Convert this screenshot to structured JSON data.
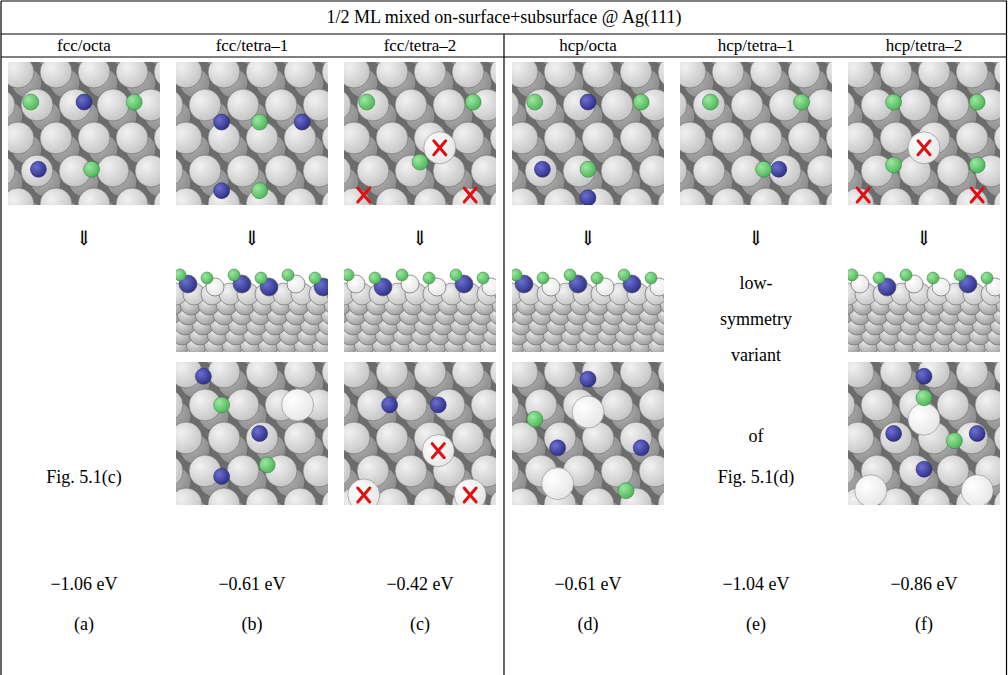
{
  "diagram": {
    "title": "1/2 ML mixed on-surface+subsurface @ Ag(111)",
    "labels": [
      "fcc/octa",
      "fcc/tetra–1",
      "fcc/tetra–2",
      "hcp/octa",
      "hcp/tetra–1",
      "hcp/tetra–2",
      "⇓",
      "⇓",
      "⇓",
      "⇓",
      "⇓",
      "⇓",
      "Fig. 5.1(c)",
      "low-",
      "symmetry",
      "variant",
      "of",
      "Fig. 5.1(d)",
      "−1.06 eV",
      "−0.61 eV",
      "−0.42 eV",
      "−0.61 eV",
      "−1.04 eV",
      "−0.86 eV",
      "(a)",
      "(b)",
      "(c)",
      "(d)",
      "(e)",
      "(f)"
    ]
  }
}
